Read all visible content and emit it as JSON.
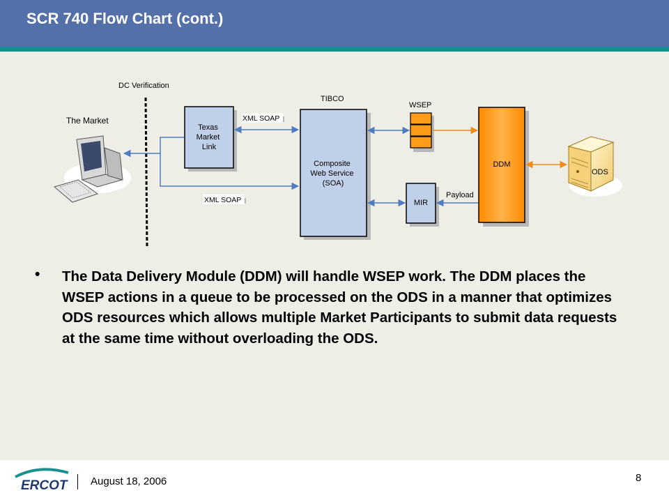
{
  "header": {
    "title": "SCR 740 Flow Chart (cont.)"
  },
  "diagram": {
    "dc_verification_label": "DC Verification",
    "market_label": "The Market",
    "tibco_label": "TIBCO",
    "wsep_label": "WSEP",
    "texas_market_link": [
      "Texas",
      "Market",
      "Link"
    ],
    "composite_web_service": [
      "Composite",
      "Web Service",
      "(SOA)"
    ],
    "ddm_label": "DDM",
    "mir_label": "MIR",
    "ods_label": "ODS",
    "xml_soap_top": "XML SOAP",
    "xml_soap_bottom": "XML SOAP",
    "payload_label": "Payload",
    "colors": {
      "box_blue": "#c0d0e8",
      "box_orange": "#ff9c1a",
      "arrow_blue": "#4f7bbf",
      "arrow_orange": "#f08a1c"
    }
  },
  "body": {
    "bullet_symbol": "•",
    "bullet_text": "The Data Delivery Module (DDM) will handle WSEP work.  The DDM places the WSEP actions in a queue to be processed on the ODS in a manner that optimizes ODS resources which allows multiple Market Participants to submit data requests at the same time without overloading the ODS."
  },
  "footer": {
    "logo_text": "ERCOT",
    "date": "August 18, 2006",
    "page_number": "8"
  }
}
